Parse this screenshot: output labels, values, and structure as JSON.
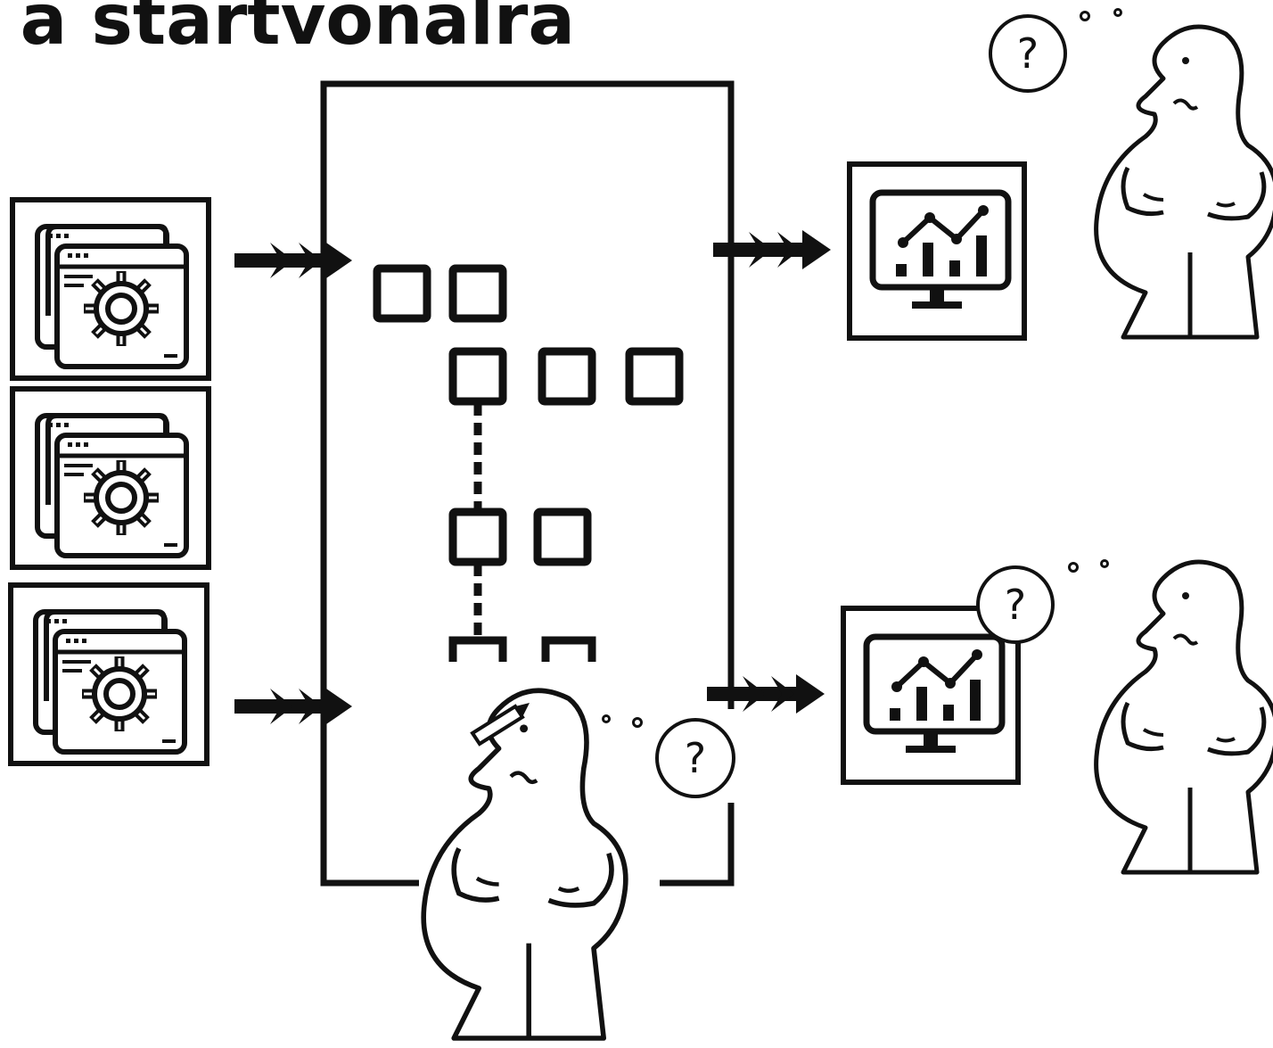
{
  "title": "n a startvonalra",
  "question_mark": "?",
  "colors": {
    "stroke": "#111111",
    "background": "#ffffff"
  },
  "icons": {
    "inputs": [
      "settings-window-icon",
      "settings-window-icon",
      "settings-window-icon"
    ],
    "outputs": [
      "monitor-chart-icon",
      "monitor-chart-icon"
    ],
    "people": [
      "confused-person-figure",
      "thinking-person-with-pencil",
      "confused-person-figure"
    ]
  }
}
